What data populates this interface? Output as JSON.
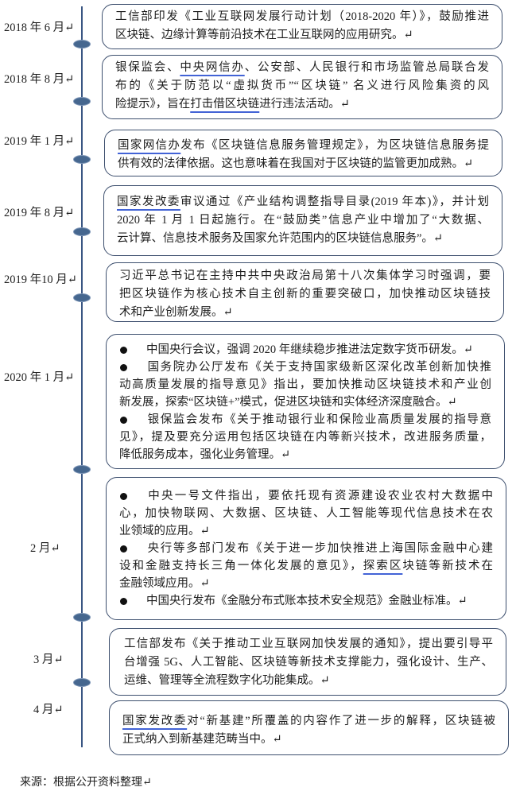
{
  "colors": {
    "timeline_line": "#3a5683",
    "node_dot": "#46678f",
    "box_border": "#3d4f6e",
    "underline": "#4263d6",
    "text": "#1e1e1e"
  },
  "timeline": {
    "events": [
      {
        "date": "2018 年 6 月↵",
        "lines": [
          {
            "segments": [
              {
                "text": "工信部印发《工业互联网发展行动计划（2018-2020 年）》，鼓励推进"
              }
            ]
          },
          {
            "segments": [
              {
                "text": "区块链、边缘计算等前沿技术在工业互联网的应用研究。↵"
              }
            ]
          }
        ]
      },
      {
        "date": "2018 年 8 月↵",
        "lines": [
          {
            "segments": [
              {
                "text": "银保监会、"
              },
              {
                "text": "中央网信办",
                "underline": true
              },
              {
                "text": "、公安部、人民银行和市场监管总局联合发"
              }
            ]
          },
          {
            "segments": [
              {
                "text": "布的《关于防范以“虚拟货币”“区块链” 名义进行风险集资的风"
              }
            ]
          },
          {
            "segments": [
              {
                "text": "险提示》，旨在"
              },
              {
                "text": "打击借区块链",
                "underline": true
              },
              {
                "text": "进行违法活动。↵"
              }
            ]
          }
        ]
      },
      {
        "date": "2019 年 1 月↵",
        "lines": [
          {
            "segments": [
              {
                "text": "国家网信办",
                "underline": true
              },
              {
                "text": "发布《区块链信息服务管理规定》，为区块链信息服务提"
              }
            ]
          },
          {
            "segments": [
              {
                "text": "供有效的法律依据。这也意味着在我国对于区块链的监管更加成熟。↵"
              }
            ]
          }
        ]
      },
      {
        "date": "2019 年 8 月↵",
        "lines": [
          {
            "segments": [
              {
                "text": "国家发改委",
                "underline": true
              },
              {
                "text": "审议通过《产业结构调整指导目录(2019 年本)》，并计划"
              }
            ]
          },
          {
            "segments": [
              {
                "text": "2020 年 1 月 1 日起施行。在“鼓励类”信息产业中增加了“大数据、"
              }
            ]
          },
          {
            "segments": [
              {
                "text": "云计算、信息技术服务及国家允许范围内的区块链信息服务”。↵"
              }
            ]
          }
        ]
      },
      {
        "date": "2019 年10 月↵",
        "lines": [
          {
            "segments": [
              {
                "text": "习近平总书记在主持中共中央政治局第十八次集体学习时强调，要"
              }
            ]
          },
          {
            "segments": [
              {
                "text": "把区块链作为核心技术自主创新的重要突破口，加快推动区块链技"
              }
            ]
          },
          {
            "segments": [
              {
                "text": "术和产业创新发展。↵"
              }
            ]
          }
        ]
      },
      {
        "date": "2020 年 1 月↵",
        "lines": [
          {
            "bullet": true,
            "segments": [
              {
                "text": "中国央行会议，强调 2020 年继续稳步推进法定数字货币研发。↵"
              }
            ]
          },
          {
            "bullet": true,
            "segments": [
              {
                "text": "国务院办公厅发布《关于支持国家级新区深化改革创新加快推"
              }
            ]
          },
          {
            "segments": [
              {
                "text": "动高质量发展的指导意见》指出，要加快推动区块链技术和产业创"
              }
            ]
          },
          {
            "segments": [
              {
                "text": "新发展，探索“区块链+”模式，促进区块链和实体经济深度融合。↵"
              }
            ]
          },
          {
            "bullet": true,
            "segments": [
              {
                "text": "银保监会发布《关于推动银行业和保险业高质量发展的指导意"
              }
            ]
          },
          {
            "segments": [
              {
                "text": "见》，提及要充分运用包括区块链在内等新兴技术，改进服务质量，"
              }
            ]
          },
          {
            "segments": [
              {
                "text": "降低服务成本，强化业务管理。↵"
              }
            ]
          }
        ]
      },
      {
        "date": "2 月↵",
        "lines": [
          {
            "bullet": true,
            "segments": [
              {
                "text": "中央一号文件指出，要依托现有资源建设农业农村大数据中"
              }
            ]
          },
          {
            "segments": [
              {
                "text": "心，加快物联网、大数据、区块链、人工智能等现代信息技术在农"
              }
            ]
          },
          {
            "segments": [
              {
                "text": "业领域的应用。↵"
              }
            ]
          },
          {
            "bullet": true,
            "segments": [
              {
                "text": "央行等多部门发布《关于进一步加快推进上海国际金融中心建"
              }
            ]
          },
          {
            "segments": [
              {
                "text": "设和金融支持长三角一体化发展的意见》，"
              },
              {
                "text": "探索区",
                "underline": true
              },
              {
                "text": "块链等新技术在"
              }
            ]
          },
          {
            "segments": [
              {
                "text": "金融领域应用。↵"
              }
            ]
          },
          {
            "bullet": true,
            "segments": [
              {
                "text": "中国央行发布《金融分布式账本技术安全规范》金融业标准。↵"
              }
            ]
          }
        ]
      },
      {
        "date": "3 月↵",
        "lines": [
          {
            "segments": [
              {
                "text": "工信部发布《关于推动工业互联网加快发展的通知》，提出要引导平"
              }
            ]
          },
          {
            "segments": [
              {
                "text": "台增强 5G、人工智能、区块链等新技术支撑能力，强化设计、生产、"
              }
            ]
          },
          {
            "segments": [
              {
                "text": "运维、管理等全流程数字化功能集成。↵"
              }
            ]
          }
        ]
      },
      {
        "date": "4 月↵",
        "lines": [
          {
            "segments": [
              {
                "text": "国家发改委",
                "underline": true
              },
              {
                "text": "对“新基建”所覆盖的内容作了进一步的解释，区块链被"
              }
            ]
          },
          {
            "segments": [
              {
                "text": "正式纳入到新基建范畴当中。↵"
              }
            ]
          }
        ]
      }
    ]
  },
  "source_note": "来源：根据公开资料整理↵"
}
